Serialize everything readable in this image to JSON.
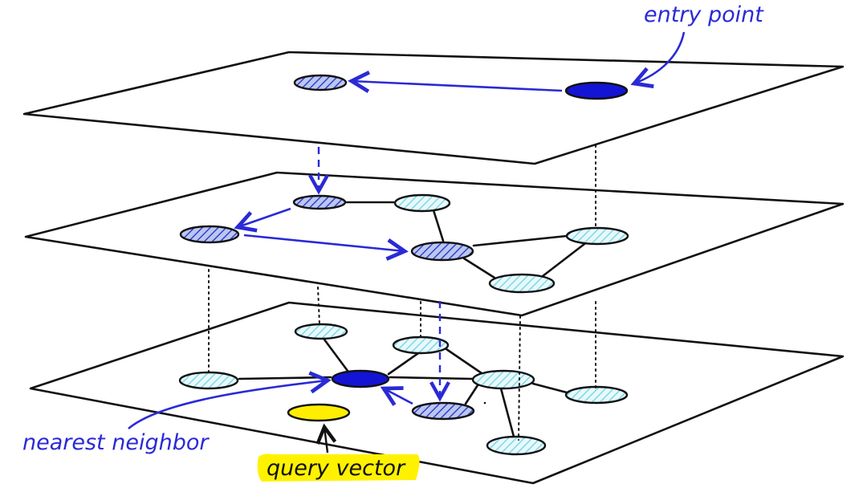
{
  "labels": {
    "entry_point": "entry point",
    "nearest_neighbor": "nearest neighbor",
    "query_vector": "query vector"
  },
  "colors": {
    "path": "#2a2ad6",
    "current_node": "#1414d4",
    "query_node": "#ffee00",
    "query_highlight": "#fff200",
    "candidate_hatch": "#7fd8e6",
    "visited_hatch": "#3d3dc9",
    "outline": "#111111"
  },
  "layers": [
    {
      "name": "top-layer",
      "node_count": 2
    },
    {
      "name": "middle-layer",
      "node_count": 6
    },
    {
      "name": "bottom-layer",
      "node_count": 9
    }
  ]
}
